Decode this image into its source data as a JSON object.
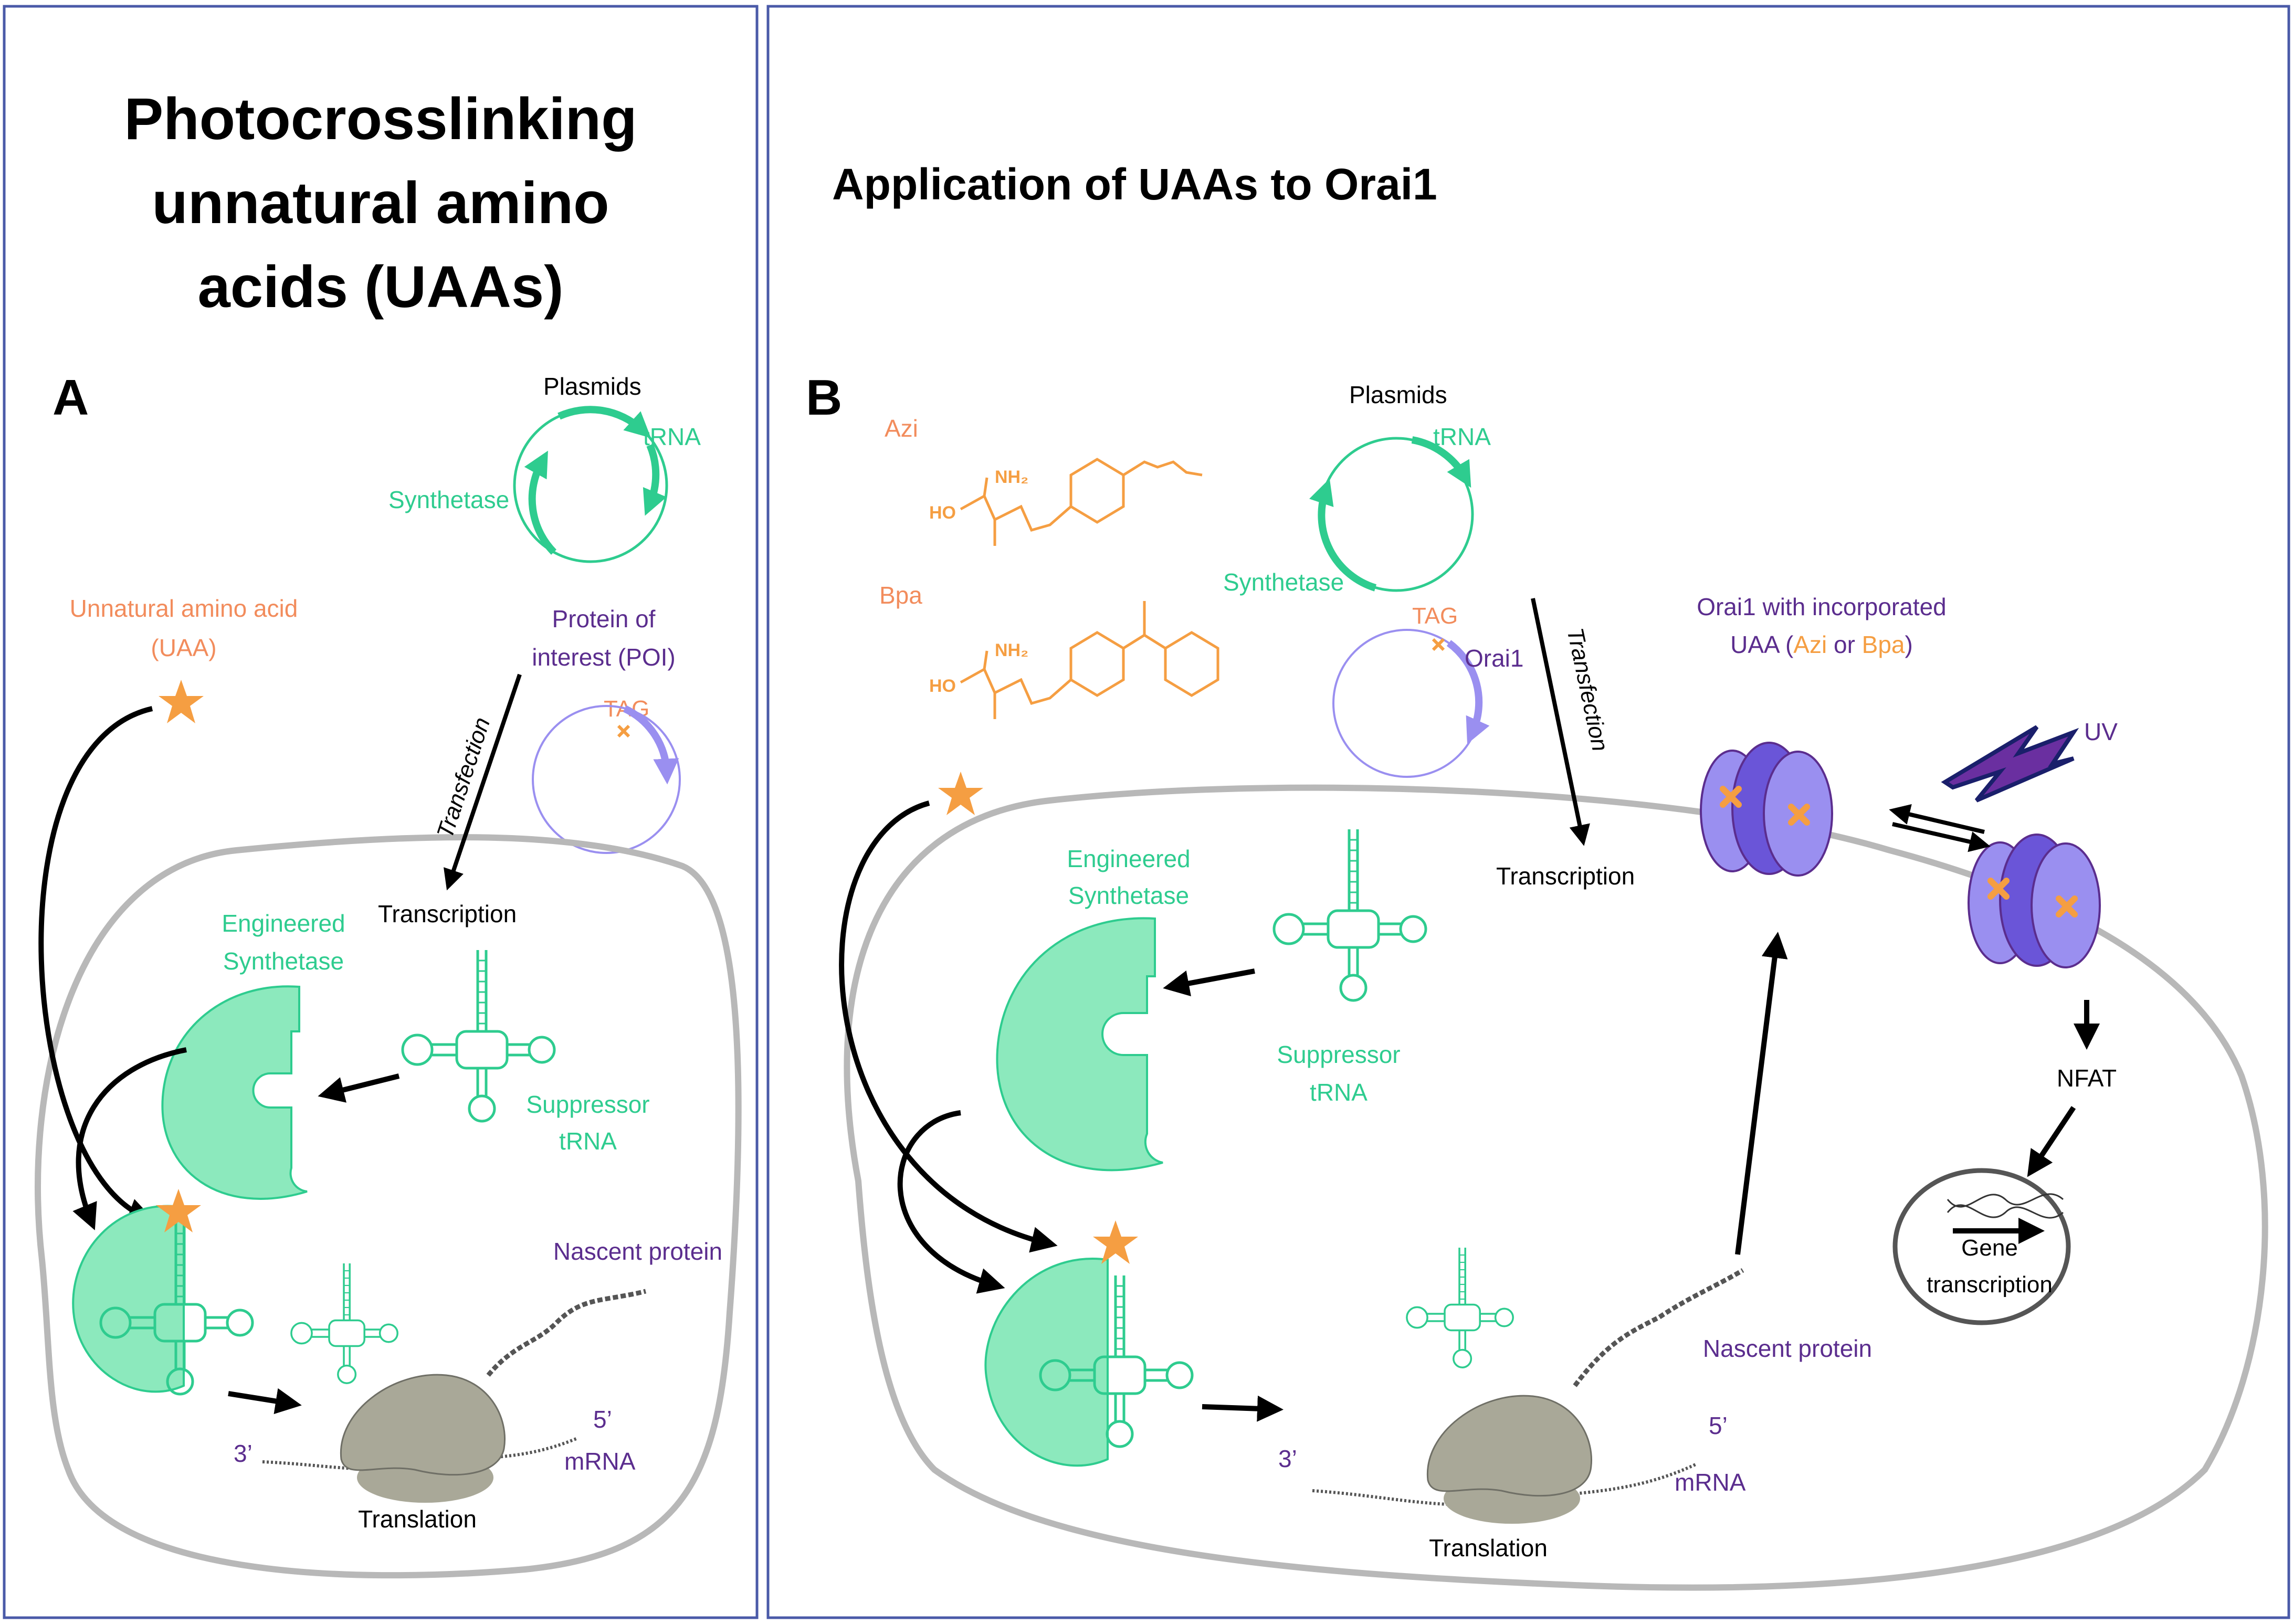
{
  "panel_left": {
    "title_lines": [
      "Photocrosslinking",
      "unnatural amino",
      "acids (UAAs)"
    ],
    "letter": "A",
    "plasmids": "Plasmids",
    "trna": "tRNA",
    "synthetase": "Synthetase",
    "uaa_lines": [
      "Unnatural amino acid",
      "(UAA)"
    ],
    "poi_lines": [
      "Protein of",
      "interest (POI)"
    ],
    "tag": "TAG",
    "transfection": "Transfection",
    "transcription": "Transcription",
    "engineered_lines": [
      "Engineered",
      "Synthetase"
    ],
    "suppressor_lines": [
      "Suppressor",
      "tRNA"
    ],
    "nascent": "Nascent protein",
    "three_prime": "3’",
    "five_prime": "5’",
    "mrna": "mRNA",
    "translation": "Translation"
  },
  "panel_right": {
    "title": "Application of UAAs to Orai1",
    "letter": "B",
    "azi": "Azi",
    "bpa": "Bpa",
    "nh2": "NH₂",
    "ho": "HO",
    "plasmids": "Plasmids",
    "trna": "tRNA",
    "synthetase": "Synthetase",
    "tag": "TAG",
    "orai1": "Orai1",
    "transfection": "Transfection",
    "transcription": "Transcription",
    "orai_caption_line1": "Orai1 with incorporated",
    "orai_caption_pre": "UAA (",
    "orai_caption_azi": "Azi",
    "orai_caption_or": " or ",
    "orai_caption_bpa": "Bpa",
    "orai_caption_post": ")",
    "uv": "UV",
    "engineered_lines": [
      "Engineered",
      "Synthetase"
    ],
    "suppressor_lines": [
      "Suppressor",
      "tRNA"
    ],
    "nfat": "NFAT",
    "gene_lines": [
      "Gene",
      "transcription"
    ],
    "nascent": "Nascent protein",
    "three_prime": "3’",
    "five_prime": "5’",
    "mrna": "mRNA",
    "translation": "Translation"
  },
  "colors": {
    "green": "#2ecc8f",
    "green_fill": "#8ce9bd",
    "purple_text": "#5b2d8e",
    "purple_light": "#9a8ff0",
    "purple_dark": "#6a55d8",
    "orange": "#f59e42",
    "orange_text": "#f28c5c",
    "cell_border": "#b8b8b8",
    "ribosome": "#a9a898",
    "panel_border": "#4a5aa8"
  },
  "icons": [
    "star-icon",
    "plasmid-icon",
    "trna-icon",
    "synthetase-icon",
    "ribosome-icon",
    "orai-channel-icon",
    "lightning-icon",
    "dna-icon"
  ]
}
